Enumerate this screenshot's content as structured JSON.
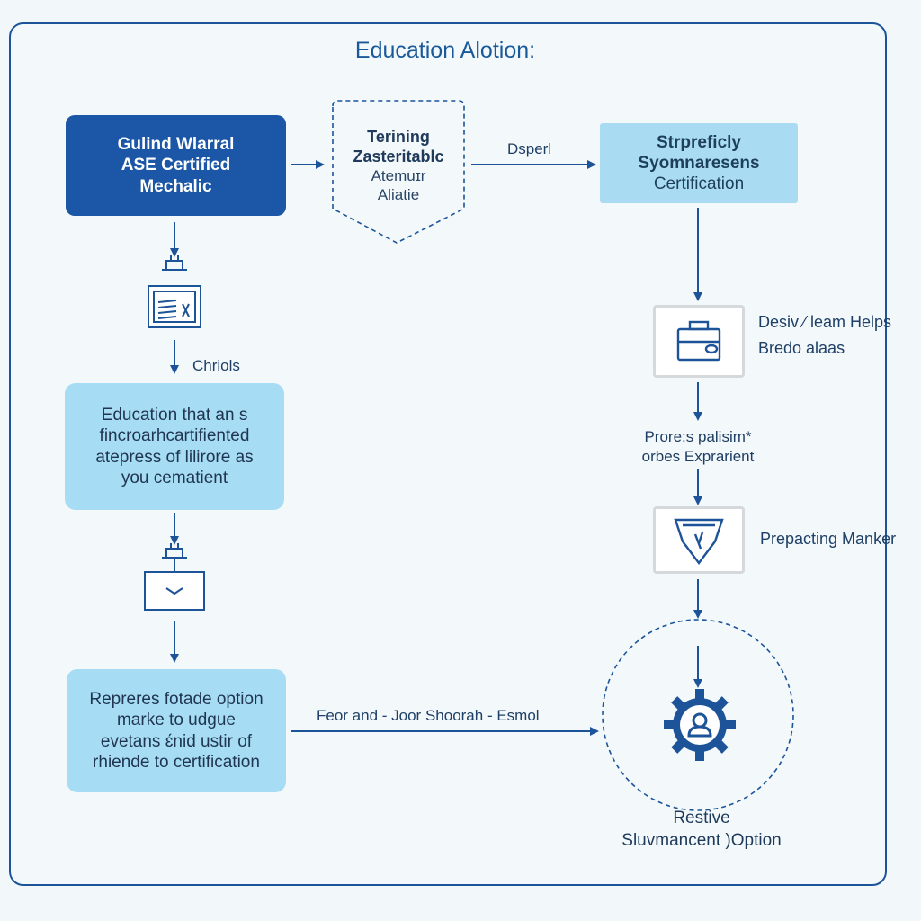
{
  "title": "Education  Alotion:",
  "nodes": {
    "mechanic": {
      "lines": [
        "Gulind Wlarral",
        "ASE Certified",
        "Mechalic"
      ]
    },
    "training": {
      "lines": [
        "Terining",
        "Zasteritablc"
      ],
      "sub_lines": [
        "Atemuɪr",
        "Aliatie"
      ]
    },
    "certification": {
      "lines": [
        "Strpreficly",
        "Syomnaresens",
        "Certification"
      ]
    },
    "education": {
      "lines": [
        "Education that an s",
        "fincroarhcartifiented",
        "atepress of lilirore as",
        "you cematient"
      ]
    },
    "represent": {
      "lines": [
        "Repreres fotade option",
        "marke to udgue",
        "evetans ɛ́nid ustir of",
        "rhiende to certification"
      ]
    },
    "restive": {
      "lines": [
        "Restive",
        "Sluvmancent )Option"
      ]
    }
  },
  "labels": {
    "dsperl": "Dsperl",
    "chriols": "Chriols",
    "desiv": "Desiv ⁄ leam Helps",
    "bredo": "Bredo alaas",
    "prores_1": "Prore:s palisim*",
    "prores_2": "orbes Exprarient",
    "prepacting": "Prepacting Manker",
    "feor": "Feor and - Joor Shoorah - Esmol"
  },
  "icons": [
    "plug-icon",
    "document-icon",
    "plug-icon",
    "chevron-box-icon",
    "briefcase-icon",
    "shield-icon",
    "gear-user-icon"
  ],
  "colors": {
    "accent": "#1d5499",
    "dark_box": "#1b57a6",
    "light_box": "#a6dcf4",
    "background": "#f3f8fb"
  }
}
